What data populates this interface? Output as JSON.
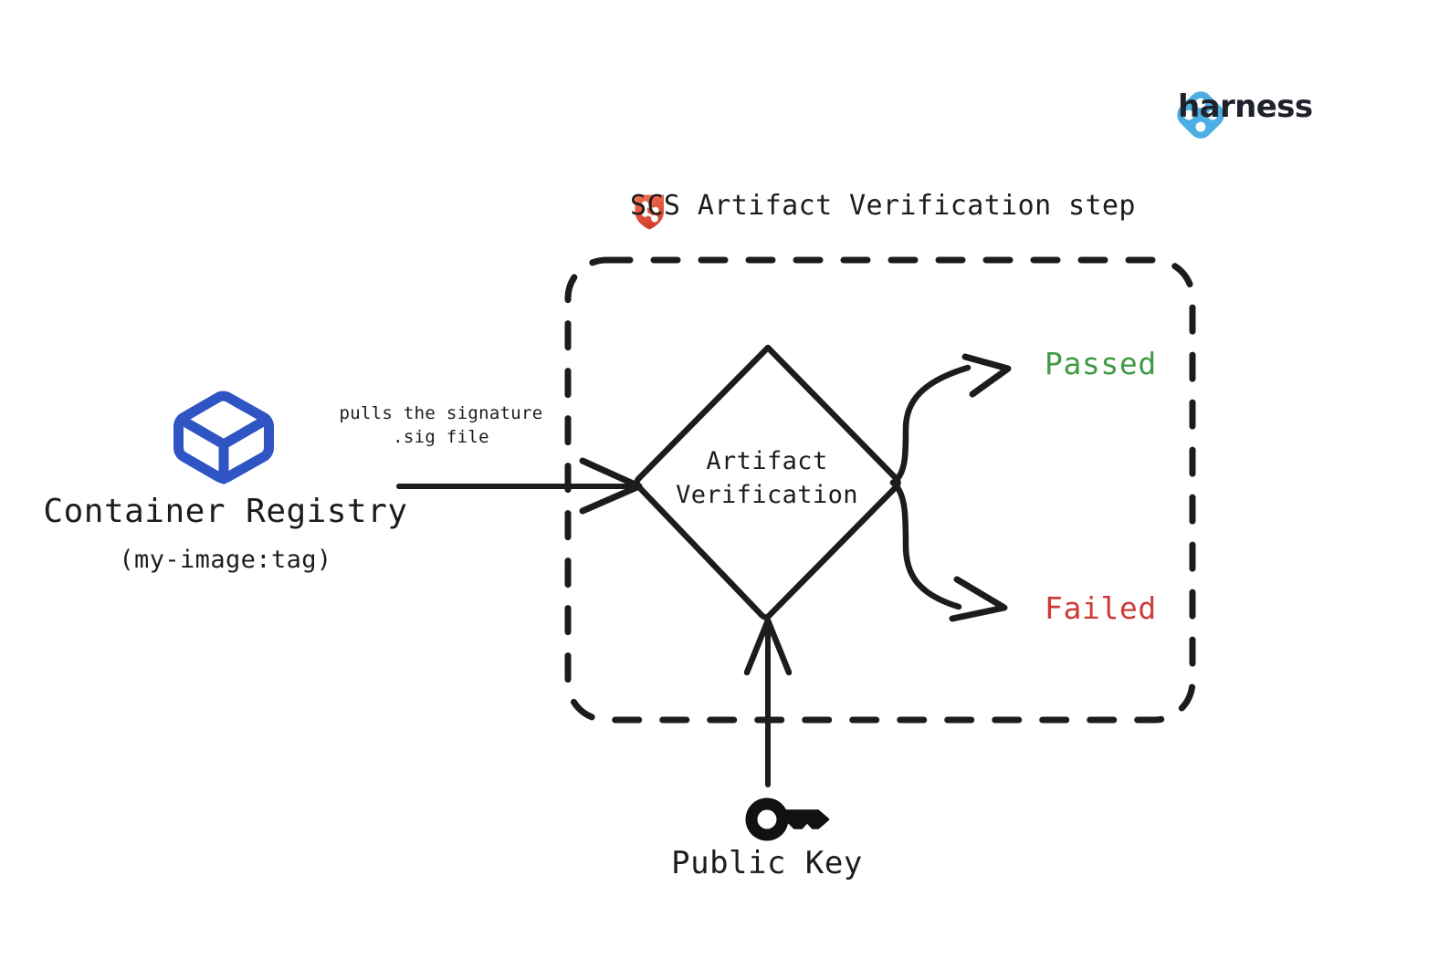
{
  "brand": {
    "name": "harness",
    "mark_icon": "harness-diamond-icon",
    "mark_color": "#4DAEE3",
    "wordmark_color": "#20222B"
  },
  "diagram": {
    "step": {
      "title": "SCS Artifact Verification step",
      "icon": "scs-shield-icon",
      "icon_color": "#E2553C",
      "border_style": "dashed"
    },
    "source_node": {
      "icon": "container-cube-icon",
      "icon_color": "#2F54C4",
      "label": "Container Registry",
      "sublabel": "(my-image:tag)"
    },
    "edges": {
      "pull_label_line1": "pulls the signature",
      "pull_label_line2": ".sig file"
    },
    "decision_node": {
      "label_line1": "Artifact",
      "label_line2": "Verification",
      "shape": "diamond"
    },
    "outcomes": [
      {
        "label": "Passed",
        "color": "#3F9A46"
      },
      {
        "label": "Failed",
        "color": "#CC3B36"
      }
    ],
    "key_node": {
      "icon": "key-icon",
      "icon_color": "#111111",
      "label": "Public Key"
    }
  }
}
